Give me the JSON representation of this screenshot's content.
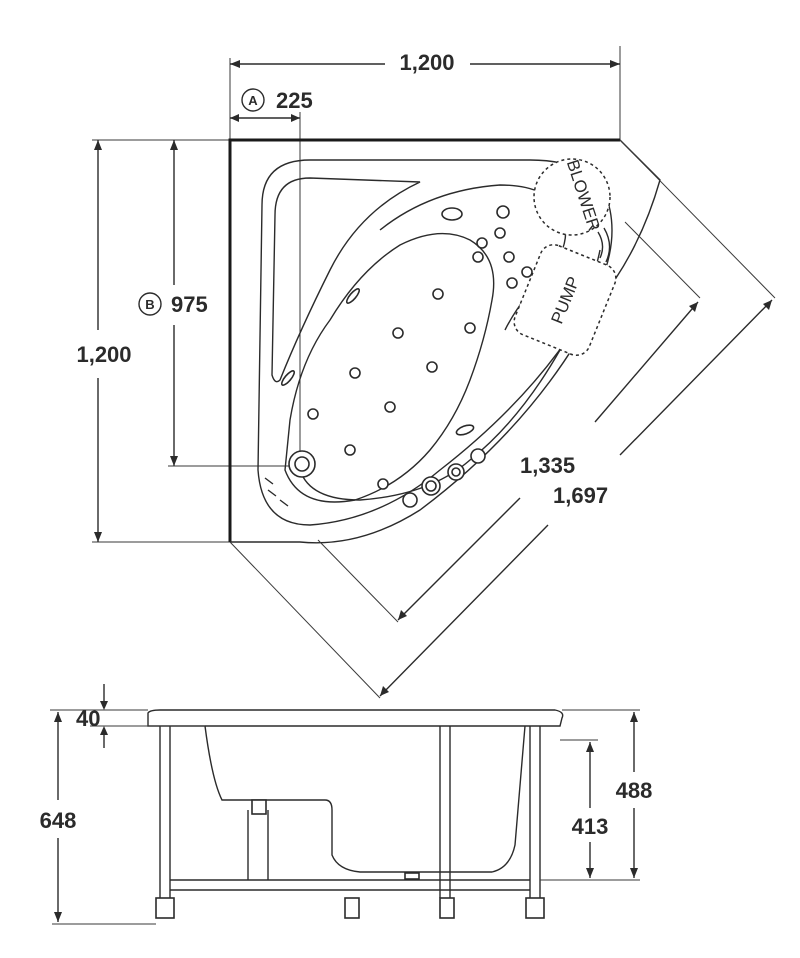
{
  "plan_view": {
    "overall_width": "1,200",
    "overall_depth": "1,200",
    "marker_a": {
      "letter": "A",
      "value": "225"
    },
    "marker_b": {
      "letter": "B",
      "value": "975"
    },
    "diagonal_inner": "1,335",
    "diagonal_outer": "1,697",
    "component_blower": "BLOWER",
    "component_pump": "PUMP"
  },
  "side_view": {
    "rim_thickness": "40",
    "total_height": "648",
    "rim_height": "488",
    "inner_depth": "413"
  }
}
